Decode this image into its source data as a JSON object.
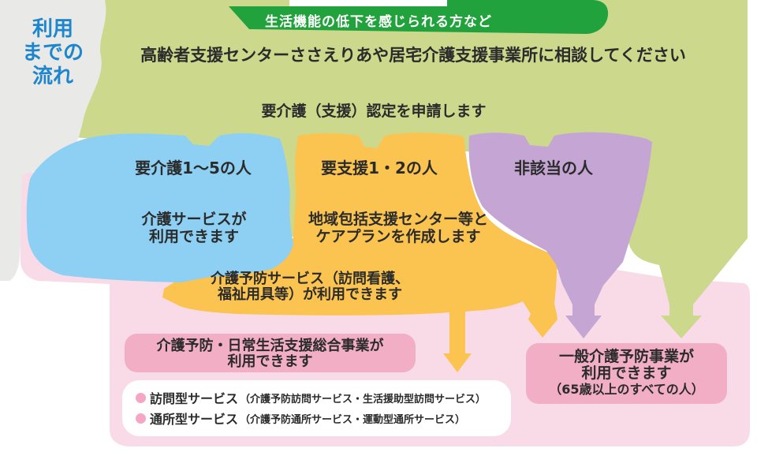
{
  "sidebar": {
    "lines": [
      "利用",
      "までの",
      "流れ"
    ]
  },
  "banner": {
    "label": "生活機能の低下を感じられる方など"
  },
  "flow": {
    "consult": "高齢者支援センターささえりあや居宅介護支援事業所に相談してください",
    "apply": "要介護（支援）認定を申請します"
  },
  "branches": {
    "kaigo": {
      "title": "要介護1〜5の人",
      "body1": "介護サービスが",
      "body2": "利用できます"
    },
    "shien": {
      "title": "要支援1・2の人",
      "body1": "地域包括支援センター等と",
      "body2": "ケアプランを作成します",
      "note1": "介護予防サービス（訪問看護、",
      "note2": "福祉用具等）が利用できます"
    },
    "higaito": {
      "title": "非該当の人"
    }
  },
  "outcomes": {
    "sogo": {
      "line1": "介護予防・日常生活支援総合事業が",
      "line2": "利用できます"
    },
    "ippan": {
      "line1": "一般介護予防事業が",
      "line2": "利用できます",
      "line3": "（65歳以上のすべての人）"
    },
    "services": [
      {
        "label": "訪問型サービス",
        "detail": "（介護予防訪問サービス・生活援助型訪問サービス）"
      },
      {
        "label": "通所型サービス",
        "detail": "（介護予防通所サービス・運動型通所サービス）"
      }
    ]
  },
  "colors": {
    "sidebar_text": "#1e86cd",
    "banner_green": "#22a23c",
    "light_green": "#ccd98c",
    "blue": "#8dd0f3",
    "yellow": "#fbc34f",
    "purple": "#c4a5d3",
    "pink_bg": "#f8dbe7",
    "pink_box": "#f1aec5",
    "gray_bg": "#e9e9e7",
    "bullet_pink": "#f5a6c4",
    "text_dark": "#2b2b2b",
    "white": "#ffffff"
  }
}
